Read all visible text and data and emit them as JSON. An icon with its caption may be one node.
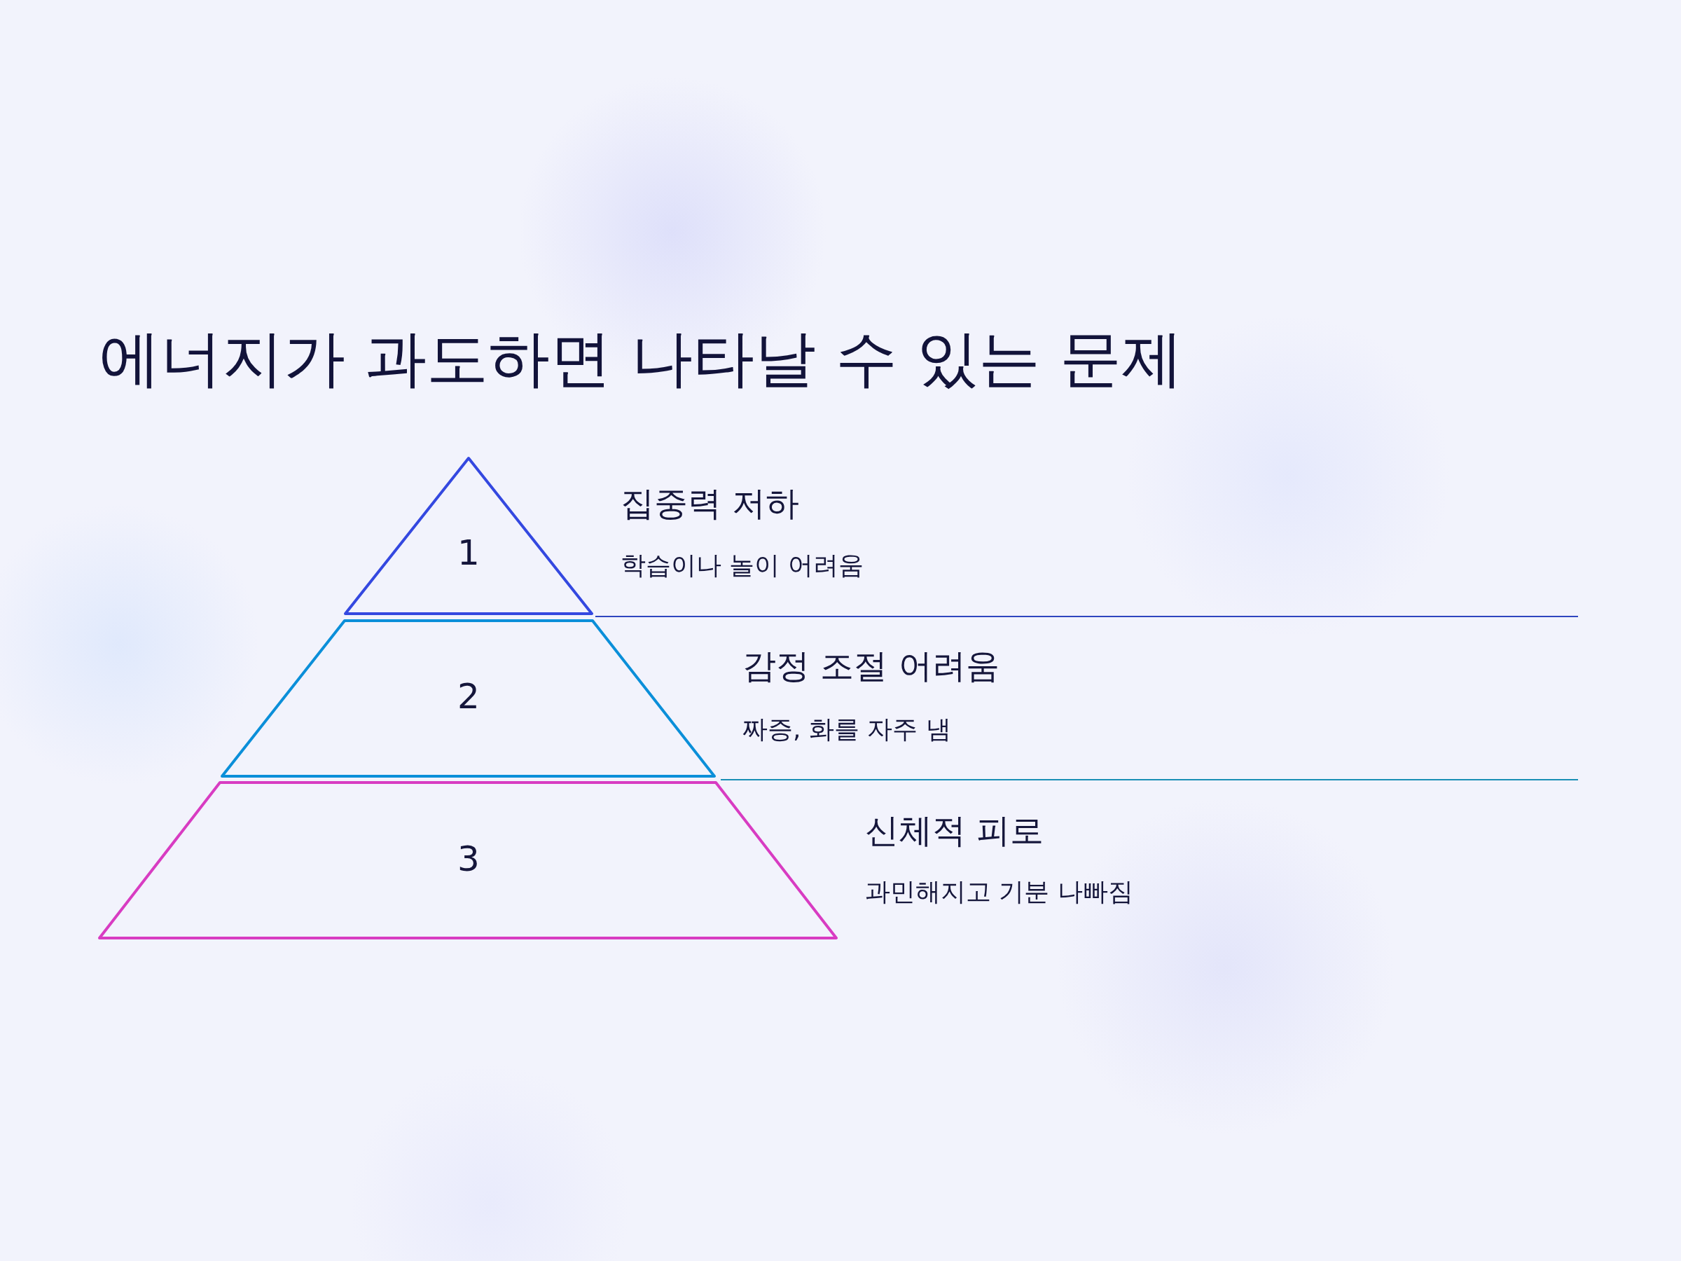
{
  "diagram": {
    "title": "에너지가 과도하면 나타날 수 있는 문제",
    "nodes": [
      {
        "text": [
          "1"
        ],
        "beside": [
          "집중력 저하",
          "학습이나 놀이 어려움"
        ]
      },
      {
        "text": [
          "2"
        ],
        "beside": [
          "감정 조절 어려움",
          "짜증, 화를 자주 냄"
        ]
      },
      {
        "text": [
          "3"
        ],
        "beside": [
          "신체적 피로",
          "과민해지고 기분 나빠짐"
        ]
      }
    ]
  }
}
